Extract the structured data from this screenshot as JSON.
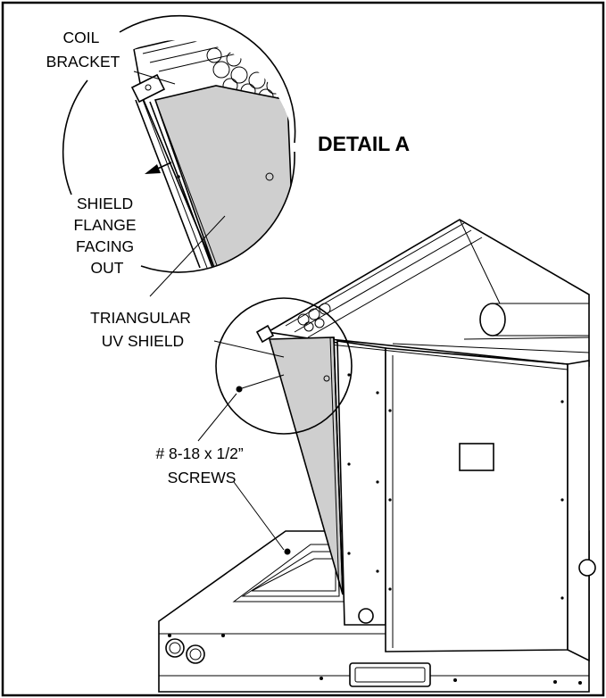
{
  "detail_title": "DETAIL A",
  "labels": {
    "coil_bracket": [
      "COIL",
      "BRACKET"
    ],
    "shield_flange": [
      "SHIELD",
      "FLANGE",
      "FACING",
      "OUT"
    ],
    "triangular_shield": [
      "TRIANGULAR",
      "UV SHIELD"
    ],
    "screws": [
      "# 8-18 x 1/2”",
      "SCREWS"
    ]
  },
  "colors": {
    "shield_fill": "#cfcfcf",
    "line": "#000000",
    "background": "#ffffff"
  }
}
